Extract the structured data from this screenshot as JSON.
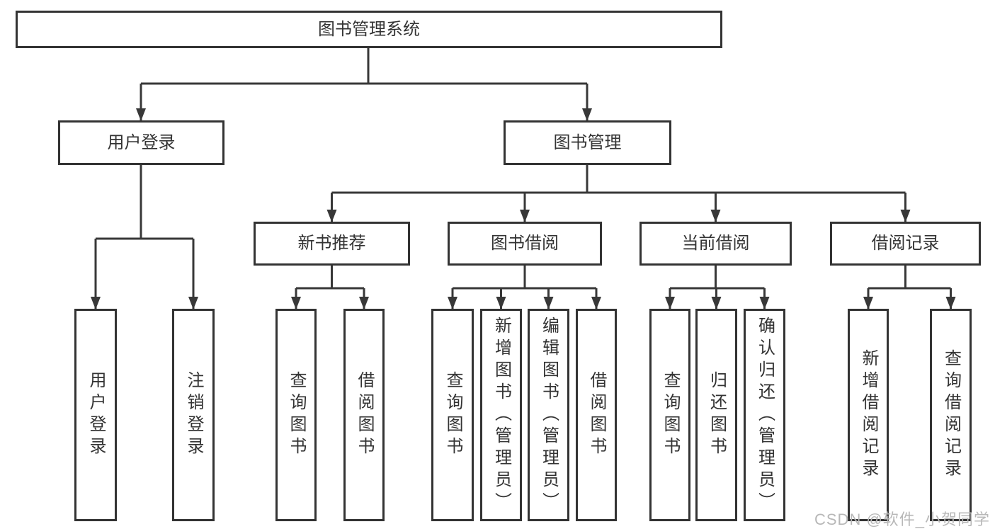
{
  "colors": {
    "line": "#383838",
    "box_border": "#333333",
    "text": "#333333",
    "background": "#ffffff",
    "watermark": "#b8b8b8"
  },
  "diagram": {
    "root": "图书管理系统",
    "user_login": "用户登录",
    "book_mgmt": "图书管理",
    "user_login_children": {
      "login": "用户登录",
      "logout": "注销登录"
    },
    "new_book_rec": "新书推荐",
    "book_borrow": "图书借阅",
    "current_borrow": "当前借阅",
    "borrow_records": "借阅记录",
    "new_book_children": {
      "query": "查询图书",
      "borrow": "借阅图书"
    },
    "book_borrow_children": {
      "query": "查询图书",
      "add": "新增图书（管理员）",
      "edit": "编辑图书（管理员）",
      "borrow": "借阅图书"
    },
    "current_children": {
      "query": "查询图书",
      "return": "归还图书",
      "confirm": "确认归还（管理员）"
    },
    "records_children": {
      "add": "新增借阅记录",
      "query": "查询借阅记录"
    }
  },
  "watermark": "CSDN @软件_小贺同学"
}
